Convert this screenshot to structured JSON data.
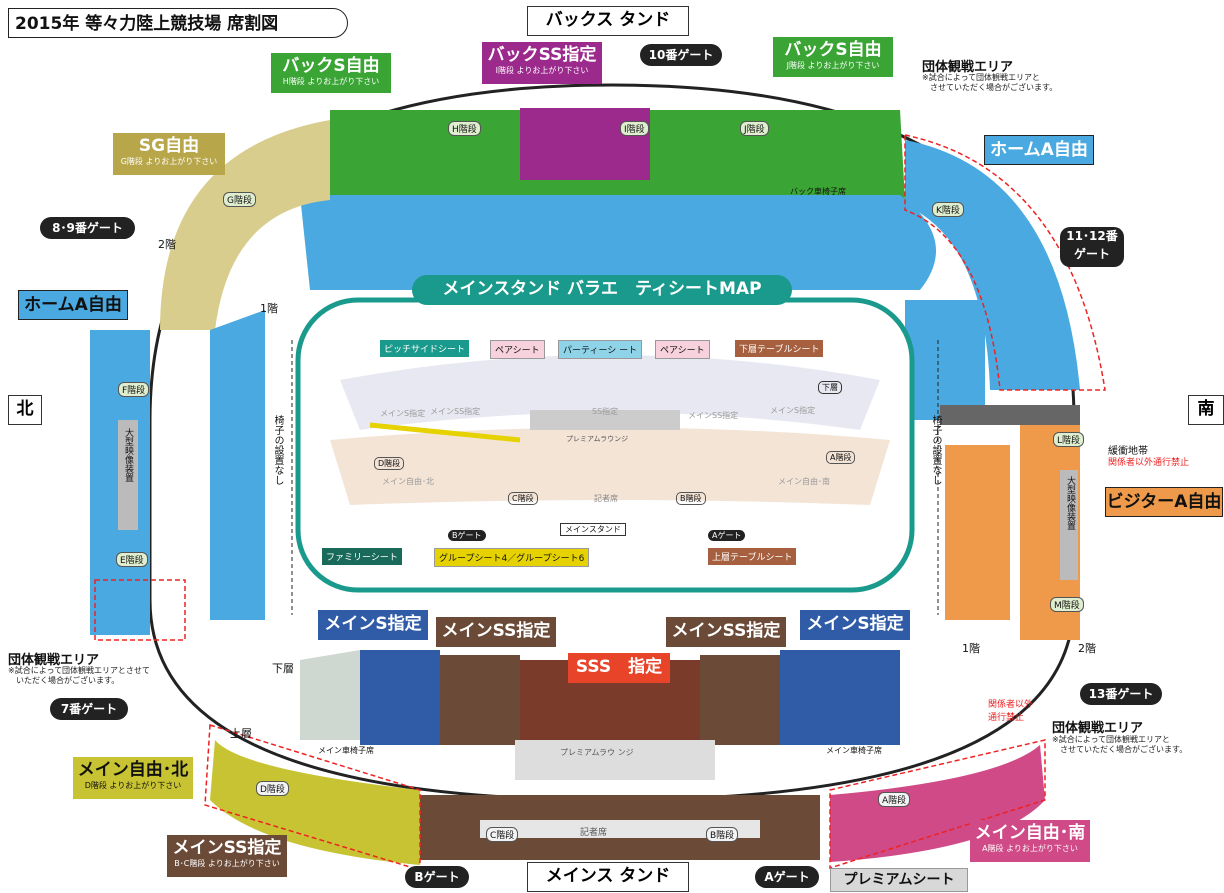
{
  "title": "2015年 等々力陸上競技場 席割図",
  "stands": {
    "back": "バックス タンド",
    "main": "メインス タンド",
    "north": "北",
    "south": "南"
  },
  "gates": {
    "g10": "10番ゲート",
    "g89": "8･9番ゲート",
    "g1112": "11･12番\nゲート",
    "g7": "7番ゲート",
    "g13": "13番ゲート",
    "b": "Bゲート",
    "a": "Aゲート"
  },
  "zones": {
    "back_s_left": {
      "name": "バックS自由",
      "sub": "H階段 よりお上がり下さい",
      "color": "#3aa535"
    },
    "back_ss": {
      "name": "バックSS指定",
      "sub": "I階段 よりお上がり下さい",
      "color": "#9b2a8c"
    },
    "back_s_right": {
      "name": "バックS自由",
      "sub": "J階段 よりお上がり下さい",
      "color": "#3aa535"
    },
    "sg": {
      "name": "SG自由",
      "sub": "G階段 よりお上がり下さい",
      "color": "#b8a64a"
    },
    "home_a_left": {
      "name": "ホームA自由",
      "color": "#4aa9e0"
    },
    "home_a_right": {
      "name": "ホームA自由",
      "color": "#4aa9e0"
    },
    "visitor_a": {
      "name": "ビジターA自由",
      "color": "#ef9a4a"
    },
    "main_s_left": {
      "name": "メインS指定",
      "color": "#2f5ba7"
    },
    "main_ss_left": {
      "name": "メインSS指定",
      "color": "#6b4a37"
    },
    "main_ss_right": {
      "name": "メインSS指定",
      "color": "#6b4a37"
    },
    "main_s_right": {
      "name": "メインS指定",
      "color": "#2f5ba7"
    },
    "sss": {
      "name": "SSS　指定",
      "color": "#e8442a"
    },
    "main_free_north": {
      "name": "メイン自由･北",
      "sub": "D階段 よりお上がり下さい",
      "color": "#c7c332"
    },
    "main_ss_bc": {
      "name": "メインSS指定",
      "sub": "B･C階段 よりお上がり下さい",
      "color": "#6b4a37"
    },
    "main_free_south": {
      "name": "メイン自由･南",
      "sub": "A階段 よりお上がり下さい",
      "color": "#cf4a86"
    },
    "premium": {
      "name": "プレミアムシート",
      "color": "#d8d8d8"
    }
  },
  "group_area": {
    "title": "団体観戦エリア",
    "note_top": "※試合によって団体観戦エリアと\n　させていただく場合がございます。",
    "note_left": "※試合によって団体観戦エリアとさせて\n　いただく場合がございます。",
    "note_right": "※試合によって団体観戦エリアと\n　させていただく場合がございます。"
  },
  "labels": {
    "floor1_left": "1階",
    "floor1_right": "1階",
    "floor2_left": "2階",
    "floor2_right": "2階",
    "lower_layer": "下層",
    "upper_layer": "上層",
    "no_chairs": "椅子の設置なし",
    "buffer": "緩衝地帯",
    "buffer_note": "関係者以外通行禁止",
    "staff_only": "関係者以外\n通行禁止",
    "big_screen": "大型映像装置",
    "back_wheelchair": "バック車椅子席",
    "main_wheelchair": "メイン車椅子席",
    "press": "記者席",
    "premium_lounge": "プレミアムラウ ンジ",
    "stairs": {
      "F": "F階段",
      "E": "E階段",
      "G": "G階段",
      "H": "H階段",
      "I": "I階段",
      "J": "J階段",
      "K": "K階段",
      "L": "L階段",
      "M": "M階段",
      "A": "A階段",
      "B": "B階段",
      "C": "C階段",
      "D": "D階段"
    }
  },
  "inset": {
    "title": "メインスタンド バラエ　ティシートMAP",
    "pitch_side": "ピッチサイドシート",
    "pair1": "ペアシート",
    "party": "パーティーシ ート",
    "pair2": "ペアシート",
    "lower_table": "下層テーブルシート",
    "family": "ファミリーシート",
    "group": "グループシート4／グループシート6",
    "upper_table": "上層テーブルシート",
    "main_stand": "メインスタンド",
    "b_gate": "Bゲート",
    "a_gate": "Aゲート",
    "lower": "下層",
    "ss": "SS指定",
    "main_ss": "メインSS指定",
    "main_ss2": "メインSS指定",
    "main_s": "メインS指定",
    "main_s2": "メインS指定",
    "premium_lounge": "プレミアムラウンジ",
    "main_free_north": "メイン自由･北",
    "main_free_south": "メイン自由･南",
    "d": "D階段",
    "a": "A階段",
    "c": "C階段",
    "b": "B階段",
    "press": "記者席"
  },
  "colors": {
    "green": "#3aa535",
    "purple": "#9b2a8c",
    "olive": "#d8cd8c",
    "sky": "#4aa9e0",
    "orange": "#ef9a4a",
    "navy": "#2f5ba7",
    "brown": "#6b4a37",
    "red": "#e8442a",
    "yellow": "#c7c332",
    "pink": "#cf4a86",
    "teal": "#1a9a8c"
  }
}
